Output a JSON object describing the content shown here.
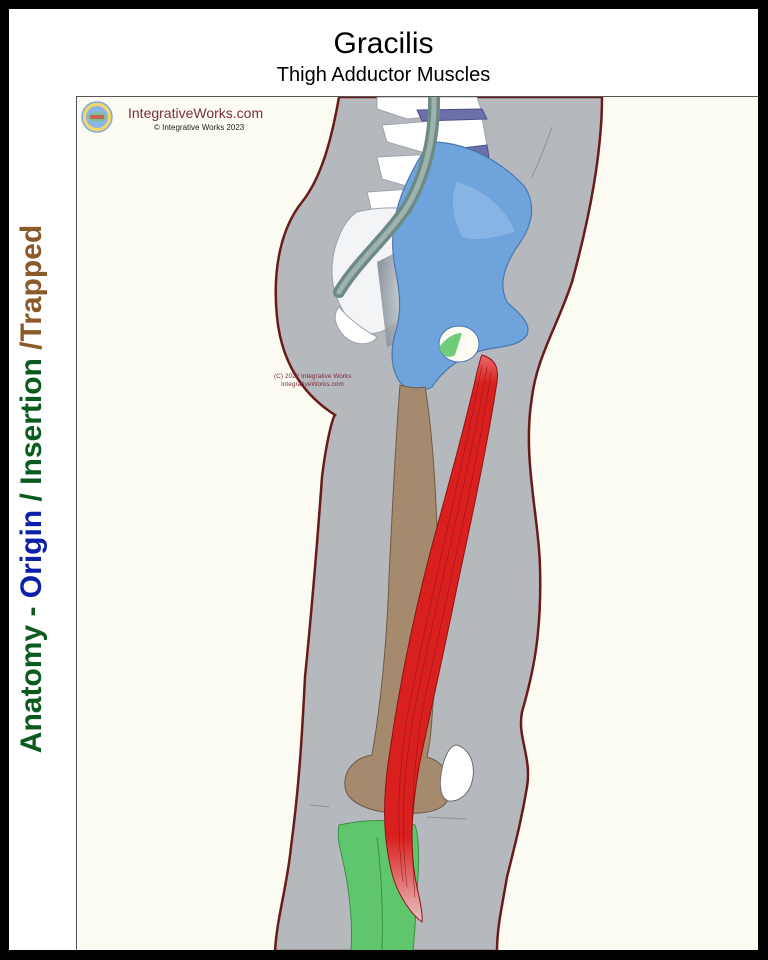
{
  "header": {
    "title": "Gracilis",
    "subtitle": "Thigh Adductor Muscles"
  },
  "side_label": {
    "anatomy": "Anatomy - ",
    "origin": "Origin",
    "sep": " / ",
    "insertion": "Insertion",
    "trapped": " /Trapped"
  },
  "branding": {
    "site": "IntegrativeWorks.com",
    "copyright": "© Integrative Works 2023",
    "logo_icon": "integrative-works-logo-icon"
  },
  "watermark": {
    "line1": "(C) 2022 Integrative Works",
    "line2": "IntegrativeWorks.com"
  },
  "colors": {
    "anatomy": "#0b5a1e",
    "origin": "#0b1fa8",
    "insertion": "#0b5a1e",
    "trapped": "#8a5a2b",
    "muscle": "#d9201e",
    "pelvis": "#6fa3db",
    "femur": "#a58a6e",
    "tibia": "#5fc66e",
    "skin": "#b5b9bd"
  }
}
